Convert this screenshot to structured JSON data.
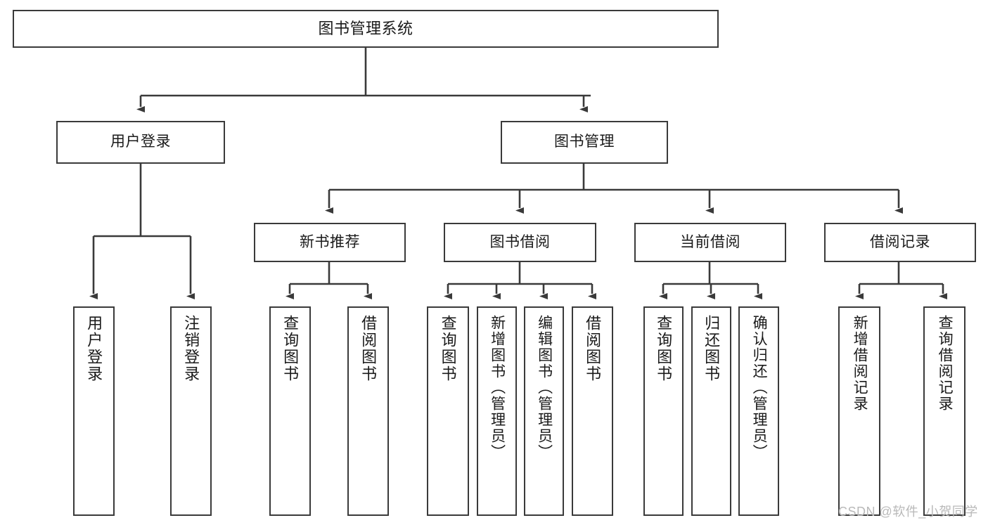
{
  "diagram": {
    "title": "图书管理系统",
    "type": "tree-hierarchy-chart",
    "root": {
      "label": "图书管理系统"
    },
    "level1": [
      {
        "label": "用户登录"
      },
      {
        "label": "图书管理"
      }
    ],
    "level2": [
      {
        "label": "新书推荐"
      },
      {
        "label": "图书借阅"
      },
      {
        "label": "当前借阅"
      },
      {
        "label": "借阅记录"
      }
    ],
    "leaves": {
      "user_login": [
        {
          "label": "用户登录"
        },
        {
          "label": "注销登录"
        }
      ],
      "new_book_recommend": [
        {
          "label": "查询图书"
        },
        {
          "label": "借阅图书"
        }
      ],
      "book_borrow": [
        {
          "label": "查询图书"
        },
        {
          "label": "新增图书（管理员）"
        },
        {
          "label": "编辑图书（管理员）"
        },
        {
          "label": "借阅图书"
        }
      ],
      "current_borrow": [
        {
          "label": "查询图书"
        },
        {
          "label": "归还图书"
        },
        {
          "label": "确认归还（管理员）"
        }
      ],
      "borrow_record": [
        {
          "label": "新增借阅记录"
        },
        {
          "label": "查询借阅记录"
        }
      ]
    }
  },
  "watermark": {
    "text": "CSDN @软件_小贺同学"
  },
  "colors": {
    "stroke": "#3a3a3a",
    "fill": "#ffffff",
    "text": "#1a1a1a",
    "watermark": "#b9b9b9"
  }
}
